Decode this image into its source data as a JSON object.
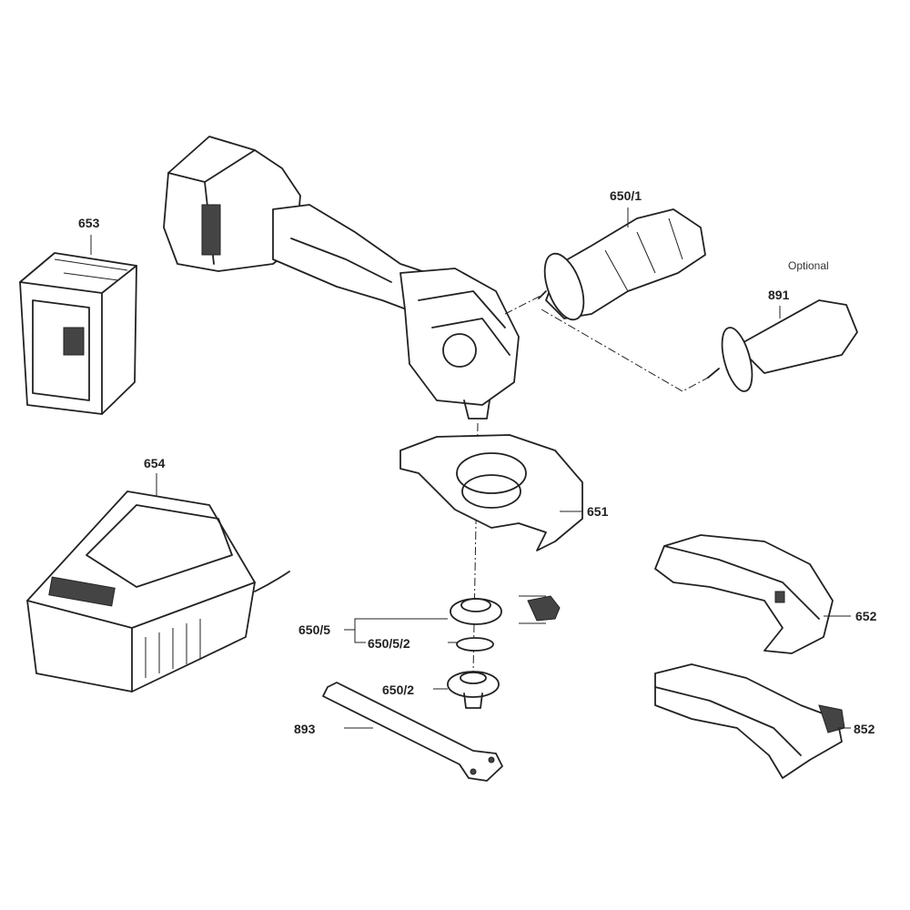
{
  "labels": {
    "battery": "653",
    "auxiliary_handle": "650/1",
    "optional_note": "Optional",
    "optional_handle": "891",
    "charger": "654",
    "guard": "651",
    "cutting_guard": "652",
    "flange_set": "650/5",
    "o_ring": "650/5/2",
    "clamping_nut": "650/2",
    "spanner": "893",
    "dust_guard": "852"
  }
}
